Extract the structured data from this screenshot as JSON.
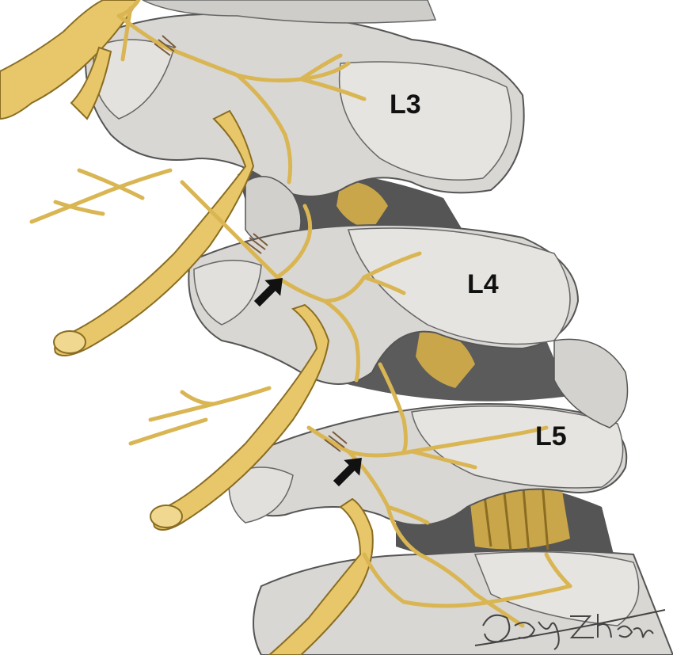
{
  "labels": {
    "l3": "L3",
    "l4": "L4",
    "l5": "L5"
  },
  "signature": "Joey Zhong",
  "colors": {
    "bone": "#d9d7d3",
    "bone_shadow": "#9e9c98",
    "bone_dark": "#6f6d69",
    "nerve": "#e8c76a",
    "nerve_shadow": "#b8943a",
    "yellow_ligament": "#c9a64a",
    "arrow": "#111111"
  },
  "icons": {
    "arrow_l4": "arrow-up-right-icon",
    "arrow_l5": "arrow-up-right-icon"
  }
}
